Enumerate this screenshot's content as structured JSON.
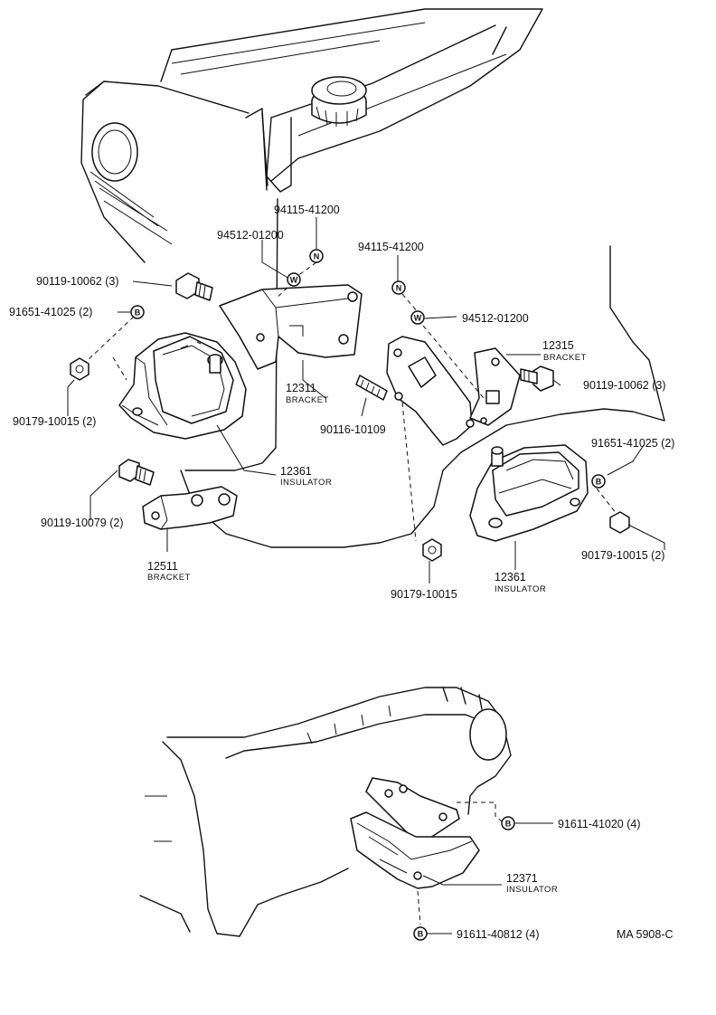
{
  "diagram_code": "MA  5908-C",
  "parts": [
    {
      "id": "p1",
      "number": "94115-41200",
      "marker": "N"
    },
    {
      "id": "p2",
      "number": "94512-01200",
      "marker": "W"
    },
    {
      "id": "p3",
      "number": "94115-41200",
      "marker": "N"
    },
    {
      "id": "p4",
      "number": "90119-10062 (3)"
    },
    {
      "id": "p5",
      "number": "91651-41025 (2)",
      "marker": "B"
    },
    {
      "id": "p6",
      "number": "94512-01200",
      "marker": "W"
    },
    {
      "id": "p7",
      "number": "12315",
      "name": "BRACKET"
    },
    {
      "id": "p8",
      "number": "90119-10062 (3)"
    },
    {
      "id": "p9",
      "number": "12311",
      "name": "BRACKET"
    },
    {
      "id": "p10",
      "number": "90179-10015 (2)"
    },
    {
      "id": "p11",
      "number": "90116-10109"
    },
    {
      "id": "p12",
      "number": "91651-41025 (2)",
      "marker": "B"
    },
    {
      "id": "p13",
      "number": "12361",
      "name": "INSULATOR"
    },
    {
      "id": "p14",
      "number": "90119-10079 (2)"
    },
    {
      "id": "p15",
      "number": "90179-10015 (2)"
    },
    {
      "id": "p16",
      "number": "12511",
      "name": "BRACKET"
    },
    {
      "id": "p17",
      "number": "12361",
      "name": "INSULATOR"
    },
    {
      "id": "p18",
      "number": "90179-10015"
    },
    {
      "id": "p19",
      "number": "91611-41020 (4)",
      "marker": "B"
    },
    {
      "id": "p20",
      "number": "12371",
      "name": "INSULATOR"
    },
    {
      "id": "p21",
      "number": "91611-40812 (4)",
      "marker": "B"
    }
  ]
}
